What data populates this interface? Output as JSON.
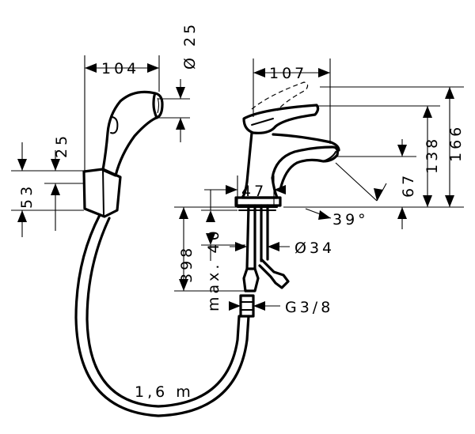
{
  "dimensions": {
    "spray_length": "104",
    "spray_diameter": "Ø 25",
    "holder_height": "25",
    "holder_offset": "53",
    "mixer_reach": "107",
    "mixer_height_total": "166",
    "mixer_height_lever": "138",
    "spout_height": "67",
    "base_width": "47",
    "lever_angle": "39°",
    "max_counter_thickness": "max. 40",
    "hose_length_below": "398",
    "hole_diameter": "Ø34",
    "connection_thread": "G3/8",
    "hose_length": "1,6 m"
  }
}
